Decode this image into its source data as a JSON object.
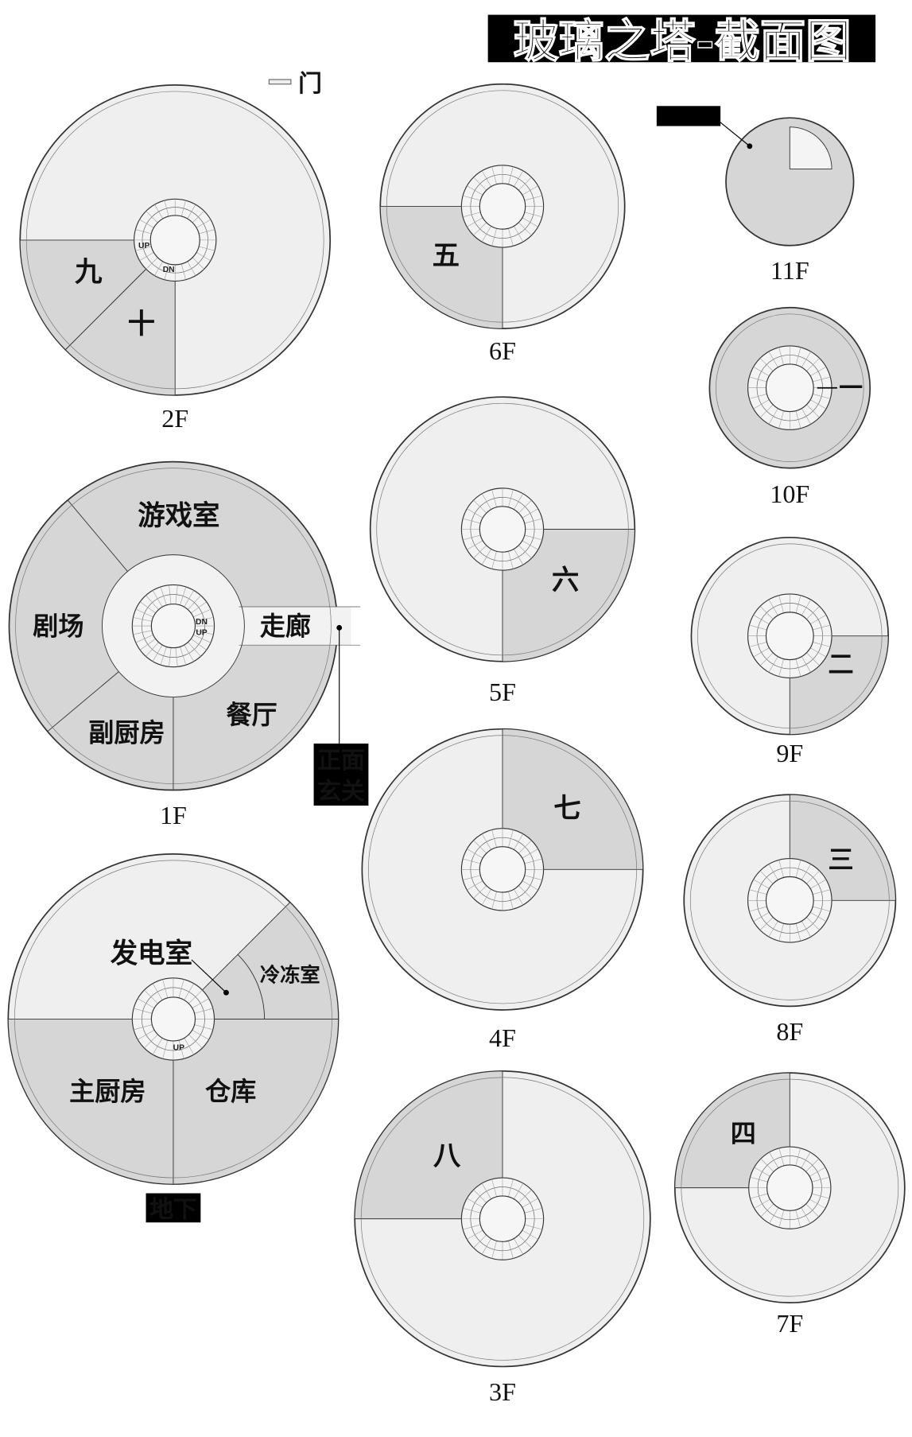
{
  "title": "玻璃之塔-截面图",
  "legend": {
    "door_label": "门"
  },
  "colors": {
    "light": "#efefef",
    "shaded": "#d6d6d6",
    "stroke": "#333333",
    "redaction": "#000000"
  },
  "floors": [
    {
      "id": "2F",
      "label": "2F",
      "rooms": [
        "九",
        "十"
      ],
      "stairs": [
        "UP",
        "DN"
      ]
    },
    {
      "id": "6F",
      "label": "6F",
      "rooms": [
        "五"
      ]
    },
    {
      "id": "11F",
      "label": "11F",
      "rooms": []
    },
    {
      "id": "10F",
      "label": "10F",
      "rooms": [
        "一"
      ]
    },
    {
      "id": "5F",
      "label": "5F",
      "rooms": [
        "六"
      ]
    },
    {
      "id": "9F",
      "label": "9F",
      "rooms": [
        "二"
      ]
    },
    {
      "id": "1F",
      "label": "1F",
      "rooms": [
        "游戏室",
        "剧场",
        "走廊",
        "餐厅",
        "副厨房"
      ],
      "stairs": [
        "DN",
        "UP"
      ],
      "entrance": [
        "正面",
        "玄关"
      ]
    },
    {
      "id": "4F",
      "label": "4F",
      "rooms": [
        "七"
      ]
    },
    {
      "id": "8F",
      "label": "8F",
      "rooms": [
        "三"
      ]
    },
    {
      "id": "B",
      "label": "地下",
      "rooms": [
        "发电室",
        "冷冻室",
        "主厨房",
        "仓库"
      ],
      "stairs": [
        "UP"
      ]
    },
    {
      "id": "3F",
      "label": "3F",
      "rooms": [
        "八"
      ]
    },
    {
      "id": "7F",
      "label": "7F",
      "rooms": [
        "四"
      ]
    }
  ]
}
